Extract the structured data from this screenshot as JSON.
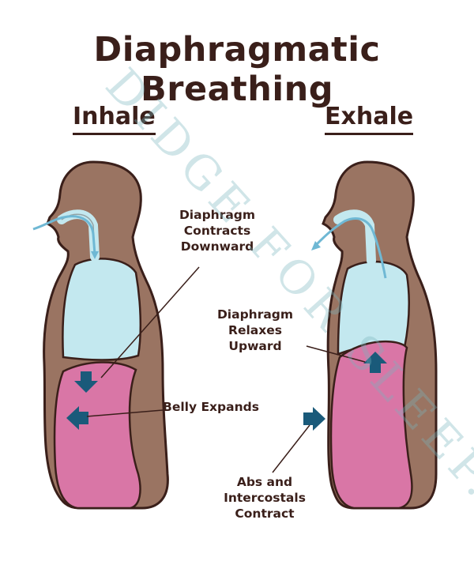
{
  "title": "Diaphragmatic Breathing",
  "inhale": {
    "heading": "Inhale",
    "label_diaphragm": [
      "Diaphragm",
      "Contracts",
      "Downward"
    ],
    "label_belly": "Belly Expands"
  },
  "exhale": {
    "heading": "Exhale",
    "label_diaphragm": [
      "Diaphragm",
      "Relaxes",
      "Upward"
    ],
    "label_abs": [
      "Abs and",
      "Intercostals",
      "Contract"
    ]
  },
  "watermark": "DIDGE FOR SLEEP.",
  "colors": {
    "body": "#9a7462",
    "outline": "#3a1f1a",
    "lung": "#c3e8ef",
    "belly": "#d976a6",
    "arrow": "#1a5a7a",
    "air": "#6fb8d4"
  }
}
